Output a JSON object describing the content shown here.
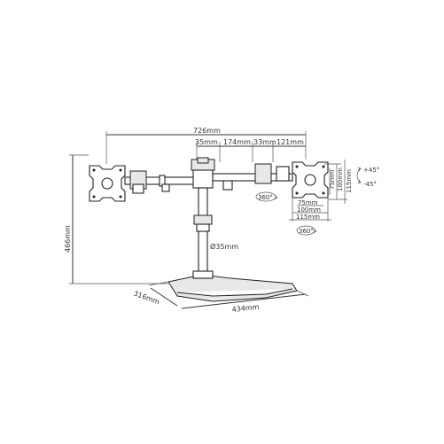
{
  "diagram": {
    "overall_width": "726mm",
    "pole_offset": "35mm",
    "arm_segment": "174mm",
    "joint_gap": "33mm",
    "end_segment": "121mm",
    "height": "466mm",
    "pole_diameter": "Ø35mm",
    "base_depth": "316mm",
    "base_width": "434mm",
    "vesa_small_v": "75mm",
    "vesa_large_v": "100mm",
    "plate_height": "115mm",
    "vesa_small_h": "75mm",
    "vesa_large_h": "100mm",
    "plate_width": "115mm",
    "tilt_up": "+45°",
    "tilt_down": "-45°",
    "swivel_arm": "360°",
    "rotation_plate": "360°"
  }
}
